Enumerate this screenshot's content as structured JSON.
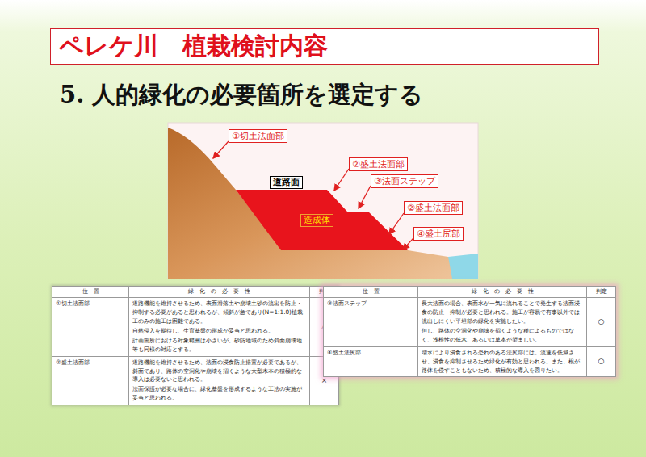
{
  "diagram": {
    "title": "ペレケ川　植栽検討内容",
    "nodes": [
      {
        "text": [
          "①切土法面部"
        ]
      },
      {
        "text": [
          "②盛土法面部"
        ]
      },
      {
        "text": [
          "③法面ステップ"
        ]
      },
      {
        "text": [
          "②盛土法面部"
        ]
      },
      {
        "text": [
          "④盛土尻部"
        ]
      },
      {
        "text": [
          "道路面"
        ]
      },
      {
        "text": [
          "造成体"
        ]
      }
    ],
    "labels": [
      "5. 人的緑化の必要箇所を選定する",
      "位　置",
      "緑　化　の　必　要　性",
      "判定",
      "①切土法面部",
      "道路機能を維持させるため、表面滑落土や崩壊土砂の流出を防止・抑制する必要があると思われるが、傾斜が急であり(N=1:1.0)植栽工のみの施工は困難である。",
      "自然侵入を期待し、生育基盤の形成が妥当と思われる。",
      "計画箇所における対象範囲は小さいが、砂防地域のため斜面崩壊地等も同様の対応とする。",
      "△",
      "②盛土法面部",
      "道路機能を維持させるため、法面の浸食防止措置が必要であるが、斜面であり、路体の空洞化や崩壊を招くような大型木本の積極的な導入は必要ないと思われる。",
      "法面保護が必要な場合に、緑化基盤を形成するような工法の実施が妥当と思われる。",
      "×",
      "位　置",
      "緑　化　の　必　要　性",
      "判定",
      "③法面ステップ",
      "長大法面の場合、表面水が一気に流れることで発生する法面浸食の防止・抑制が必要と思われる。施工が容易で有事以外では流出しにくい平坦部の緑化を実施したい。",
      "但し、路体の空洞化や崩壊を招くような種によるものではなく、浅根性の低木、あるいは草本が望ましい。",
      "○",
      "④盛土法尻部",
      "増水により浸食される恐れのある法尻部には、流速を低減させ、浸食を抑制させるため緑化が有効と思われる。また、根が路体を侵すこともないため、積極的な導入を図りたい。",
      "○"
    ]
  }
}
